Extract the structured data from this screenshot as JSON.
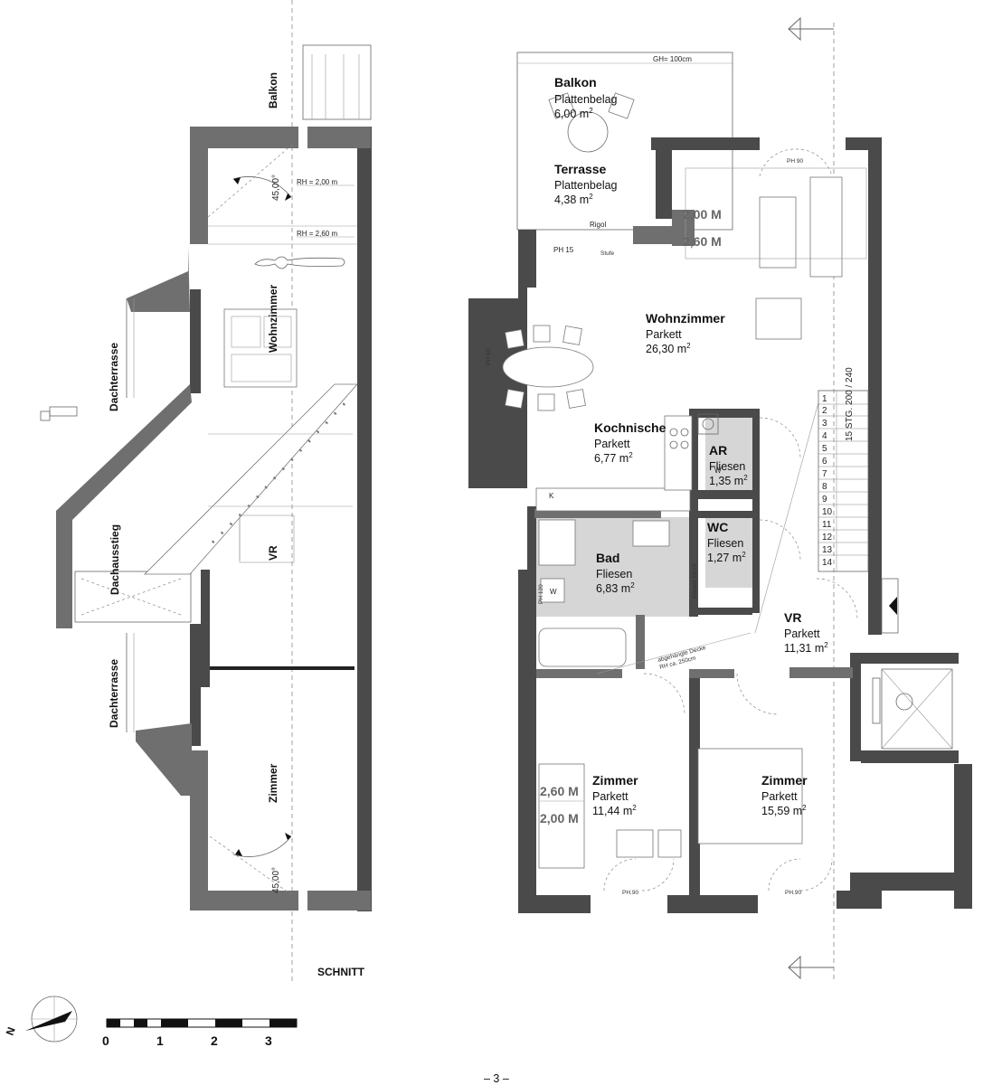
{
  "plan": {
    "rooms": [
      {
        "name": "Balkon",
        "finish": "Plattenbelag",
        "area": "6,00 m",
        "unit_sup": "2"
      },
      {
        "name": "Terrasse",
        "finish": "Plattenbelag",
        "area": "4,38 m",
        "unit_sup": "2"
      },
      {
        "name": "Wohnzimmer",
        "finish": "Parkett",
        "area": "26,30 m",
        "unit_sup": "2"
      },
      {
        "name": "Kochnische",
        "finish": "Parkett",
        "area": "6,77 m",
        "unit_sup": "2"
      },
      {
        "name": "AR",
        "finish": "Fliesen",
        "area": "1,35 m",
        "unit_sup": "2"
      },
      {
        "name": "WC",
        "finish": "Fliesen",
        "area": "1,27 m",
        "unit_sup": "2"
      },
      {
        "name": "Bad",
        "finish": "Fliesen",
        "area": "6,83 m",
        "unit_sup": "2"
      },
      {
        "name": "VR",
        "finish": "Parkett",
        "area": "11,31 m",
        "unit_sup": "2"
      },
      {
        "name": "Zimmer",
        "finish": "Parkett",
        "area": "11,44 m",
        "unit_sup": "2"
      },
      {
        "name": "Zimmer",
        "finish": "Parkett",
        "area": "15,59 m",
        "unit_sup": "2"
      }
    ],
    "heights": {
      "h200": "2,00 M",
      "h260": "2,60 M"
    },
    "annotations": {
      "gh": "GH= 100cm",
      "rigol": "Rigol",
      "ph15": "PH 15",
      "stufe": "Stufe",
      "ph90": "PH 90",
      "ph120": "PH 120",
      "ph90_small": "PH.90",
      "w": "W",
      "k": "K",
      "podest": "Podest 15/15",
      "decke1": "abgehängte Decke",
      "decke2": "RH ca. 250cm",
      "stair_spec": "15 STG. 200 / 240"
    },
    "stair_steps": [
      "1",
      "2",
      "3",
      "4",
      "5",
      "6",
      "7",
      "8",
      "9",
      "10",
      "11",
      "12",
      "13",
      "14"
    ]
  },
  "section": {
    "title": "SCHNITT",
    "labels": {
      "balkon": "Balkon",
      "wohnzimmer": "Wohnzimmer",
      "dachterrasse": "Dachterrasse",
      "dachausstieg": "Dachausstieg",
      "vr": "VR",
      "zimmer": "Zimmer"
    },
    "rh200": "RH = 2,00 m",
    "rh260": "RH = 2,60 m",
    "angle": "45,00°"
  },
  "scale": {
    "ticks": [
      "0",
      "1",
      "2",
      "3"
    ]
  },
  "north": {
    "letter": "N"
  },
  "page_number": "– 3 –"
}
